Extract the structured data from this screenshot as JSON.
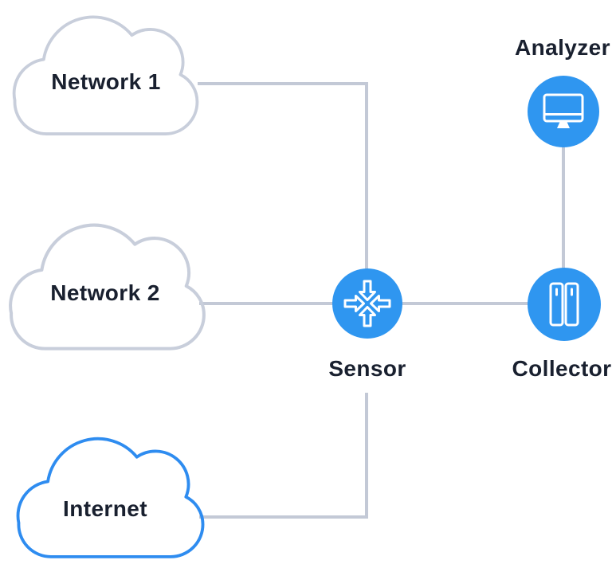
{
  "title": "Network monitoring topology diagram",
  "palette": {
    "node_blue": "#2f96f0",
    "internet_cloud_blue": "#2e8cf0",
    "network_cloud_gray": "#c8cedb",
    "connector_gray": "#c3c9d6",
    "label_navy": "#19202f",
    "icon_white": "#ffffff",
    "background": "#ffffff"
  },
  "clouds": [
    {
      "id": "network1",
      "label": "Network 1",
      "style": "gray-outline"
    },
    {
      "id": "network2",
      "label": "Network 2",
      "style": "gray-outline"
    },
    {
      "id": "internet",
      "label": "Internet",
      "style": "blue-outline"
    }
  ],
  "nodes": [
    {
      "id": "analyzer",
      "label": "Analyzer",
      "icon": "monitor-icon",
      "label_position": "above"
    },
    {
      "id": "sensor",
      "label": "Sensor",
      "icon": "router-arrows-icon",
      "label_position": "below"
    },
    {
      "id": "collector",
      "label": "Collector",
      "icon": "server-towers-icon",
      "label_position": "below"
    }
  ],
  "connections": [
    {
      "from": "Network 1",
      "to": "Sensor"
    },
    {
      "from": "Network 2",
      "to": "Sensor"
    },
    {
      "from": "Internet",
      "to": "Sensor"
    },
    {
      "from": "Sensor",
      "to": "Collector"
    },
    {
      "from": "Collector",
      "to": "Analyzer"
    }
  ]
}
